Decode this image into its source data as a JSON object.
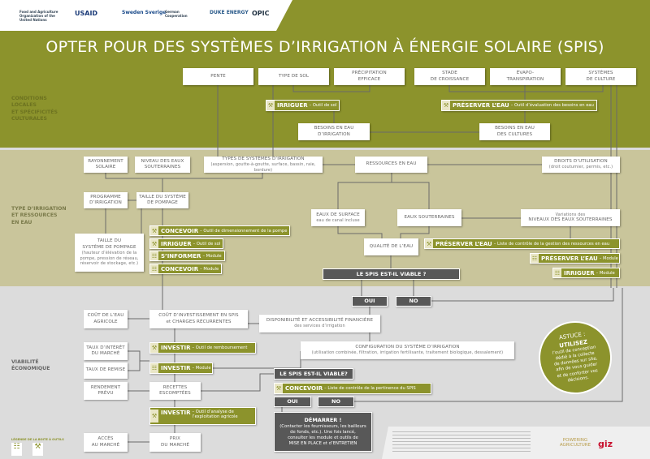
{
  "logos": [
    "Food and Agriculture Organization of the United Nations",
    "USAID",
    "Sweden Sverige",
    "German Cooperation",
    "DUKE ENERGY",
    "OPIC"
  ],
  "title": "OPTER POUR DES SYSTÈMES D’IRRIGATION À ÉNERGIE SOLAIRE (SPIS)",
  "colors": {
    "olive": "#8c932c",
    "khaki": "#c9c59b",
    "gray": "#dcdcdc",
    "dark": "#585858"
  },
  "sections": {
    "s1": "CONDITIONS\nLOCALES\nET SPÉCIFICITÉS\nCULTURALES",
    "s2": "TYPE D’IRRIGATION\nET RESSOURCES\nEN EAU",
    "s3": "VIABILITÉ\nÉCONOMIQUE"
  },
  "s1": {
    "pente": "PENTE",
    "sol": "TYPE DE SOL",
    "precip": "PRÉCIPITATION\nEFFICACE",
    "stade": "STADE\nDE CROISSANCE",
    "evapo": "ÉVAPO-\nTRANSPIRATION",
    "systemes": "SYSTÈMES\nDE CULTURE",
    "tool_irriguer": {
      "label": "IRRIGUER",
      "desc": "– Outil de sol",
      "icon": "wrench-icon"
    },
    "tool_preserver": {
      "label": "PRÉSERVER L’EAU",
      "desc": "– Outil d’évaluation des besoins en eau",
      "icon": "wrench-icon"
    },
    "besoins_irr": "BESOINS EN EAU\nD’IRRIGATION",
    "besoins_cult": "BESOINS EN EAU\nDES CULTURES"
  },
  "s2": {
    "rayonnement": "RAYONNEMENT\nSOLAIRE",
    "niveau": "NIVEAU DES EAUX\nSOUTERRAINES",
    "types": "TYPES DE SYSTÈMES D’IRRIGATION",
    "types_sub": "(aspersion, goutte-à-goutte, surface, bassin, raie, bordure)",
    "ressources": "RESSOURCES EN EAU",
    "droits": "DROITS D’UTILISATION",
    "droits_sub": "(droit coutumier, permis, etc.)",
    "programme": "PROGRAMME\nD’IRRIGATION",
    "taille": "TAILLE DU SYSTÈME\nDE POMPAGE",
    "taille2": "TAILLE DU\nSYSTÈME DE POMPAGE",
    "taille2_sub": "(hauteur d’élévation de la\npompe, pression de réseau,\nréservoir de stockage, etc.)",
    "tools": [
      {
        "label": "CONCEVOIR",
        "desc": "– Outil de dimensionnement de la pompe",
        "icon": "wrench-icon"
      },
      {
        "label": "IRRIGUER",
        "desc": "– Outil de sol",
        "icon": "wrench-icon"
      },
      {
        "label": "S’INFORMER",
        "desc": "– Module",
        "icon": "document-icon"
      },
      {
        "label": "CONCEVOIR",
        "desc": "– Module",
        "icon": "document-icon"
      },
      {
        "label": "PRÉSERVER L’EAU",
        "desc": "– Liste de contrôle de la gestion des ressources en eau",
        "icon": "wrench-icon"
      },
      {
        "label": "PRÉSERVER L’EAU",
        "desc": "– Module",
        "icon": "document-icon"
      },
      {
        "label": "IRRIGUER",
        "desc": "– Module",
        "icon": "document-icon"
      }
    ],
    "surface": "EAUX DE SURFACE",
    "surface_sub": "eau de canal incluse",
    "souterraines": "EAUX SOUTERRAINES",
    "variations_sub": "Variations des",
    "variations": "NIVEAUX DES EAUX SOUTERRAINES",
    "qualite": "QUALITÉ DE L’EAU",
    "viable": "LE SPIS EST-IL VIABLE ?"
  },
  "s3": {
    "oui": "OUI",
    "no": "NO",
    "cout_eau": "COÛT DE L’EAU\nAGRICOLE",
    "cout_inv": "COÛT D’INVESTISSEMENT EN SPIS\net CHARGES RÉCURRENTES",
    "dispo": "DISPONIBILITÉ ET ACCESSIBILITÉ FINANCIÈRE",
    "dispo_sub": "des services d’irrigation",
    "config": "CONFIGURATION DU SYSTÈME D’IRRIGATION",
    "config_sub": "(utilisation combinée, filtration, irrigation fertilisante, traitement biologique, dessalement)",
    "taux_int": "TAUX D’INTÉRÊT\nDU MARCHÉ",
    "taux_rem": "TAUX DE REMISE",
    "rendement": "RENDEMENT\nPRÉVU",
    "recettes": "RECETTES\nESCOMPTÉES",
    "acces": "ACCÈS\nAU MARCHÉ",
    "prix": "PRIX\nDU MARCHÉ",
    "tools": [
      {
        "label": "INVESTIR",
        "desc": "– Outil de remboursement",
        "icon": "wrench-icon"
      },
      {
        "label": "INVESTIR",
        "desc": "– Module",
        "icon": "document-icon"
      },
      {
        "label": "INVESTIR",
        "desc": "– Outil d’analyse de\nl’exploitation agricole",
        "icon": "wrench-icon"
      },
      {
        "label": "CONCEVOIR",
        "desc": "– Liste de contrôle de la pertinence du SPIS",
        "icon": "wrench-icon"
      }
    ],
    "viable2": "LE SPIS EST-IL VIABLE?",
    "oui2": "OUI",
    "no2": "NO",
    "demarrer": "DÉMARRER !",
    "demarrer_sub": "(Contacter les fournisseurs, les bailleurs\nde fonds, etc.). Une fois lancé,\nconsulter les module et outils de\nMISE EN PLACE et d’ENTRETIEN",
    "astuce": "ASTUCE :",
    "astuce_utilisez": "UTILISEZ",
    "astuce_text": "l’outil de conception\ndédié à la collecte\nde données sur site,\nafin de vous guider\net de conforter vos\ndécisions."
  },
  "legend": "LÉGENDE DE LA BOITE À OUTILS",
  "footer_logos": [
    "POWERING AGRICULTURE",
    "giz"
  ]
}
